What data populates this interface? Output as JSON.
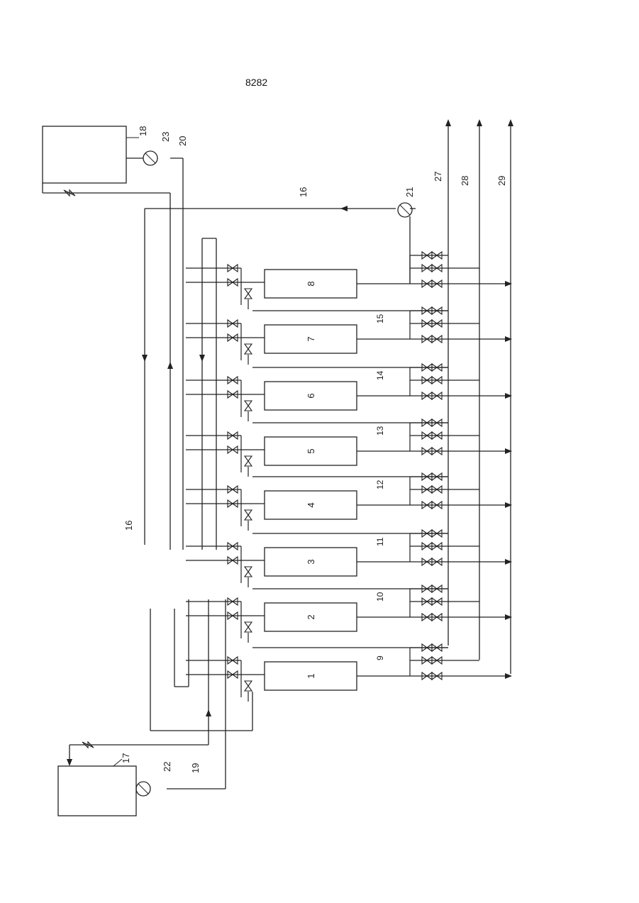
{
  "page": {
    "number": "8282"
  },
  "diagram": {
    "line_color": "#222222",
    "reactors": [
      {
        "label": "1"
      },
      {
        "label": "2"
      },
      {
        "label": "3"
      },
      {
        "label": "4"
      },
      {
        "label": "5"
      },
      {
        "label": "6"
      },
      {
        "label": "7"
      },
      {
        "label": "8"
      }
    ],
    "reactor_lines": [
      "9",
      "10",
      "11",
      "12",
      "13",
      "14",
      "15"
    ],
    "tanks": [
      {
        "label": "17"
      },
      {
        "label": "18"
      }
    ],
    "pumps": [
      {
        "label": "21"
      },
      {
        "label": "22"
      },
      {
        "label": "23"
      }
    ],
    "lines": {
      "return_line": "16",
      "return_line_lower": "16",
      "feed_line_lower": "19",
      "feed_line_upper": "20"
    },
    "outlets": [
      "27",
      "28",
      "29"
    ]
  }
}
